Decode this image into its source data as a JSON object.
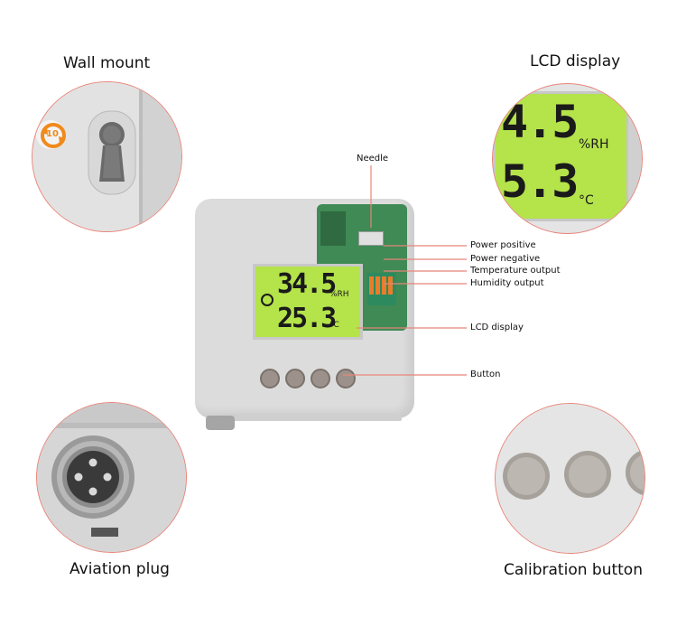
{
  "titles": {
    "wall_mount": "Wall mount",
    "lcd_display": "LCD display",
    "aviation_plug": "Aviation plug",
    "calibration_button": "Calibration button"
  },
  "callouts": {
    "needle": "Needle",
    "power_positive": "Power positive",
    "power_negative": "Power negative",
    "temperature_output": "Temperature output",
    "humidity_output": "Humidity output",
    "lcd_display": "LCD display",
    "button": "Button"
  },
  "display": {
    "humidity_value": "34.5",
    "humidity_unit": "%RH",
    "temperature_value": "25.3",
    "temperature_unit": "°C"
  },
  "zoom_display": {
    "humidity_value": "4.5",
    "humidity_unit": "%RH",
    "temperature_value": "5.3",
    "temperature_unit": "°C"
  },
  "wall_mount_badge": "10",
  "colors": {
    "circle_border": "#e8857a",
    "lcd_green": "#b4e34a",
    "device_gray": "#dcdcdc",
    "pcb_green": "#3f8a55",
    "connector_orange": "#e97d2b",
    "badge_orange": "#f08a1c"
  },
  "icons": [
    "search-icon",
    "keyhole-icon",
    "rotate-badge-icon"
  ]
}
